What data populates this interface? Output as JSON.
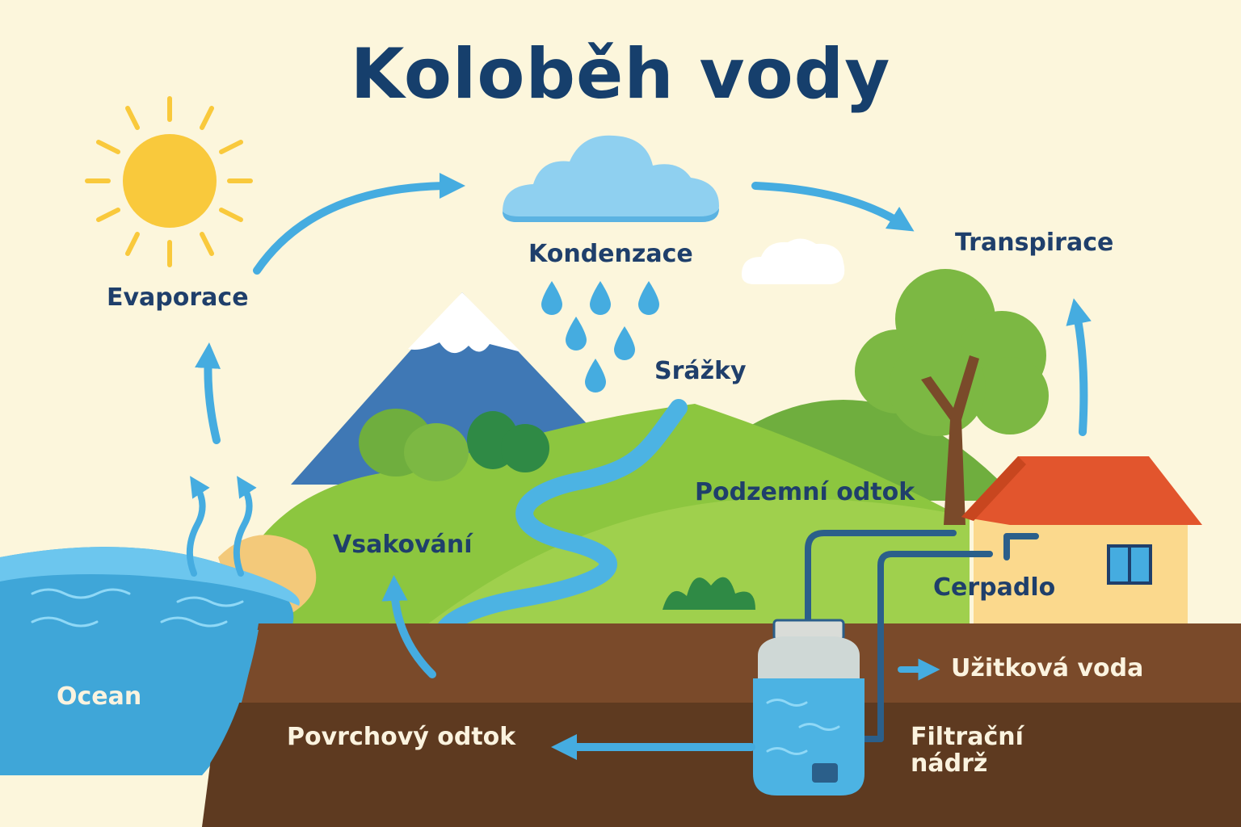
{
  "title": "Koloběh vody",
  "labels": {
    "evaporation": "Evaporace",
    "condensation": "Kondenzace",
    "transpiration": "Transpirace",
    "precipitation": "Srážky",
    "groundwater_runoff": "Podzemní odtok",
    "infiltration": "Vsakování",
    "pump": "Cerpadlo",
    "ocean": "Ocean",
    "service_water": "Užitková voda",
    "surface_runoff": "Povrchový odtok",
    "filter_tank": "Filtrační\nnádrž"
  },
  "colors": {
    "background": "#fcf6dc",
    "title": "#163f6c",
    "label": "#1f3f6b",
    "arrow": "#45ace0",
    "sun": "#f9c93c",
    "cloud": "#8fd0f0",
    "ocean": "#3fa6d8",
    "soil_top": "#7a4a2a",
    "soil_deep": "#5e3a20",
    "grass": "#8cc63f",
    "mountain": "#3f78b5",
    "roof": "#e2552d",
    "house_wall": "#fbd98d"
  },
  "icons": [
    "sun-icon",
    "cloud-icon",
    "raindrop-icon",
    "mountain-icon",
    "tree-icon",
    "house-icon",
    "tank-icon",
    "pipe-icon",
    "bush-icon"
  ]
}
